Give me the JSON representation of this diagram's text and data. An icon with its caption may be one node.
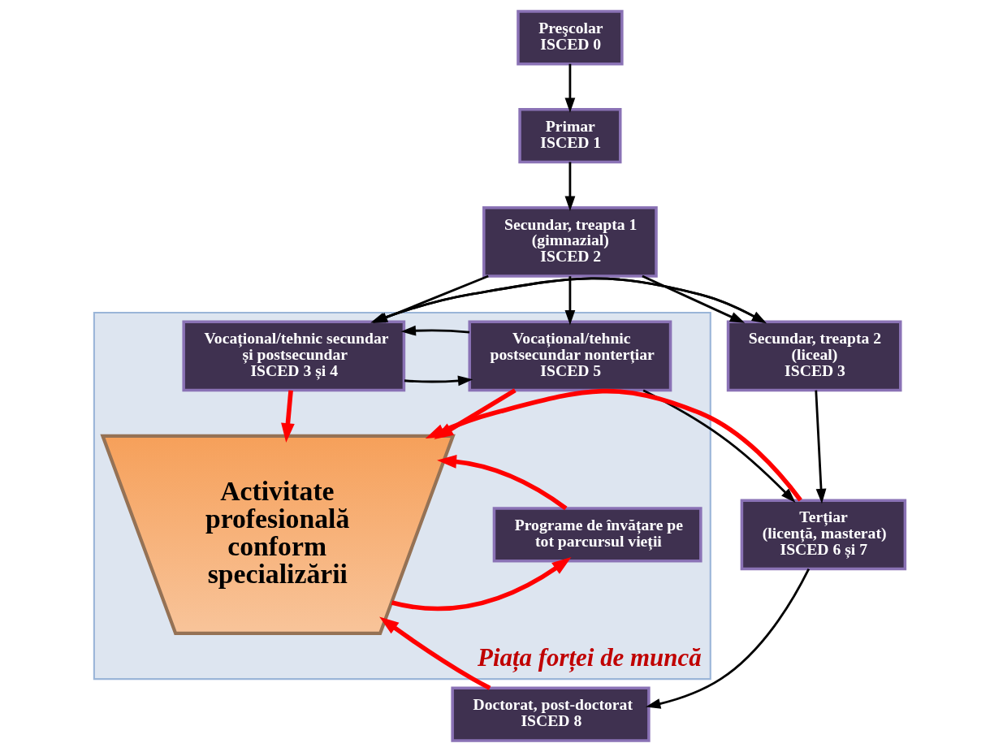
{
  "diagram": {
    "nodes": [
      {
        "text": [
          "Preşcolar",
          "ISCED 0"
        ]
      },
      {
        "text": [
          "Primar",
          "ISCED 1"
        ]
      },
      {
        "text": [
          "Secundar, treapta 1 (gimnazial)",
          "ISCED 2"
        ]
      },
      {
        "text": [
          "Piața forței de muncă"
        ]
      },
      {
        "text": [
          "Secundar, treapta 2 (liceal)",
          "ISCED 3"
        ]
      },
      {
        "text": [
          "Vocațional/tehnic secundar și postsecundar",
          "ISCED 3 și 4"
        ],
        "in": 3
      },
      {
        "text": [
          "Vocațional/tehnic postsecundar nonterțiar",
          "ISCED 5"
        ],
        "in": 3
      },
      {
        "text": [
          "Terțiar",
          "(licență, masterat)",
          "ISCED 6 și 7"
        ]
      },
      {
        "text": [
          "Doctorat, post-doctorat",
          "ISCED 8"
        ]
      },
      {
        "text": [
          "Activitate profesională conform specializării"
        ],
        "in": 3
      },
      {
        "text": [
          "Programe de învățare pe tot parcursul vieții"
        ],
        "in": 3
      }
    ],
    "edges": [
      {
        "from": 0,
        "to": 1,
        "arrow": "to"
      },
      {
        "from": 1,
        "to": 2,
        "arrow": "to"
      },
      {
        "from": 2,
        "to": 4,
        "arrow": "to"
      },
      {
        "from": 2,
        "to": 5,
        "arrow": "to"
      },
      {
        "from": 2,
        "to": 6,
        "arrow": "to"
      },
      {
        "from": 4,
        "to": 5,
        "arrow": "to"
      },
      {
        "from": 5,
        "to": 4,
        "arrow": "to"
      },
      {
        "from": 5,
        "to": 6,
        "arrow": "to"
      },
      {
        "from": 6,
        "to": 5,
        "arrow": "to"
      },
      {
        "from": 5,
        "to": 9,
        "arrow": "to",
        "style": "thick",
        "color": "#ff0000"
      },
      {
        "from": 6,
        "to": 9,
        "arrow": "to",
        "style": "thick",
        "color": "#ff0000"
      },
      {
        "from": 4,
        "to": 7,
        "arrow": "to"
      },
      {
        "from": 6,
        "to": 7,
        "arrow": "to"
      },
      {
        "from": 7,
        "to": 8,
        "arrow": "to"
      },
      {
        "from": 7,
        "to": 9,
        "arrow": "to",
        "style": "thick",
        "color": "#ff0000"
      },
      {
        "from": 8,
        "to": 9,
        "arrow": "to",
        "style": "thick",
        "color": "#ff0000"
      },
      {
        "from": 9,
        "to": 10,
        "arrow": "to",
        "style": "thick",
        "color": "#ff0000"
      },
      {
        "from": 10,
        "to": 9,
        "arrow": "to",
        "style": "thick",
        "color": "#ff0000"
      }
    ]
  }
}
